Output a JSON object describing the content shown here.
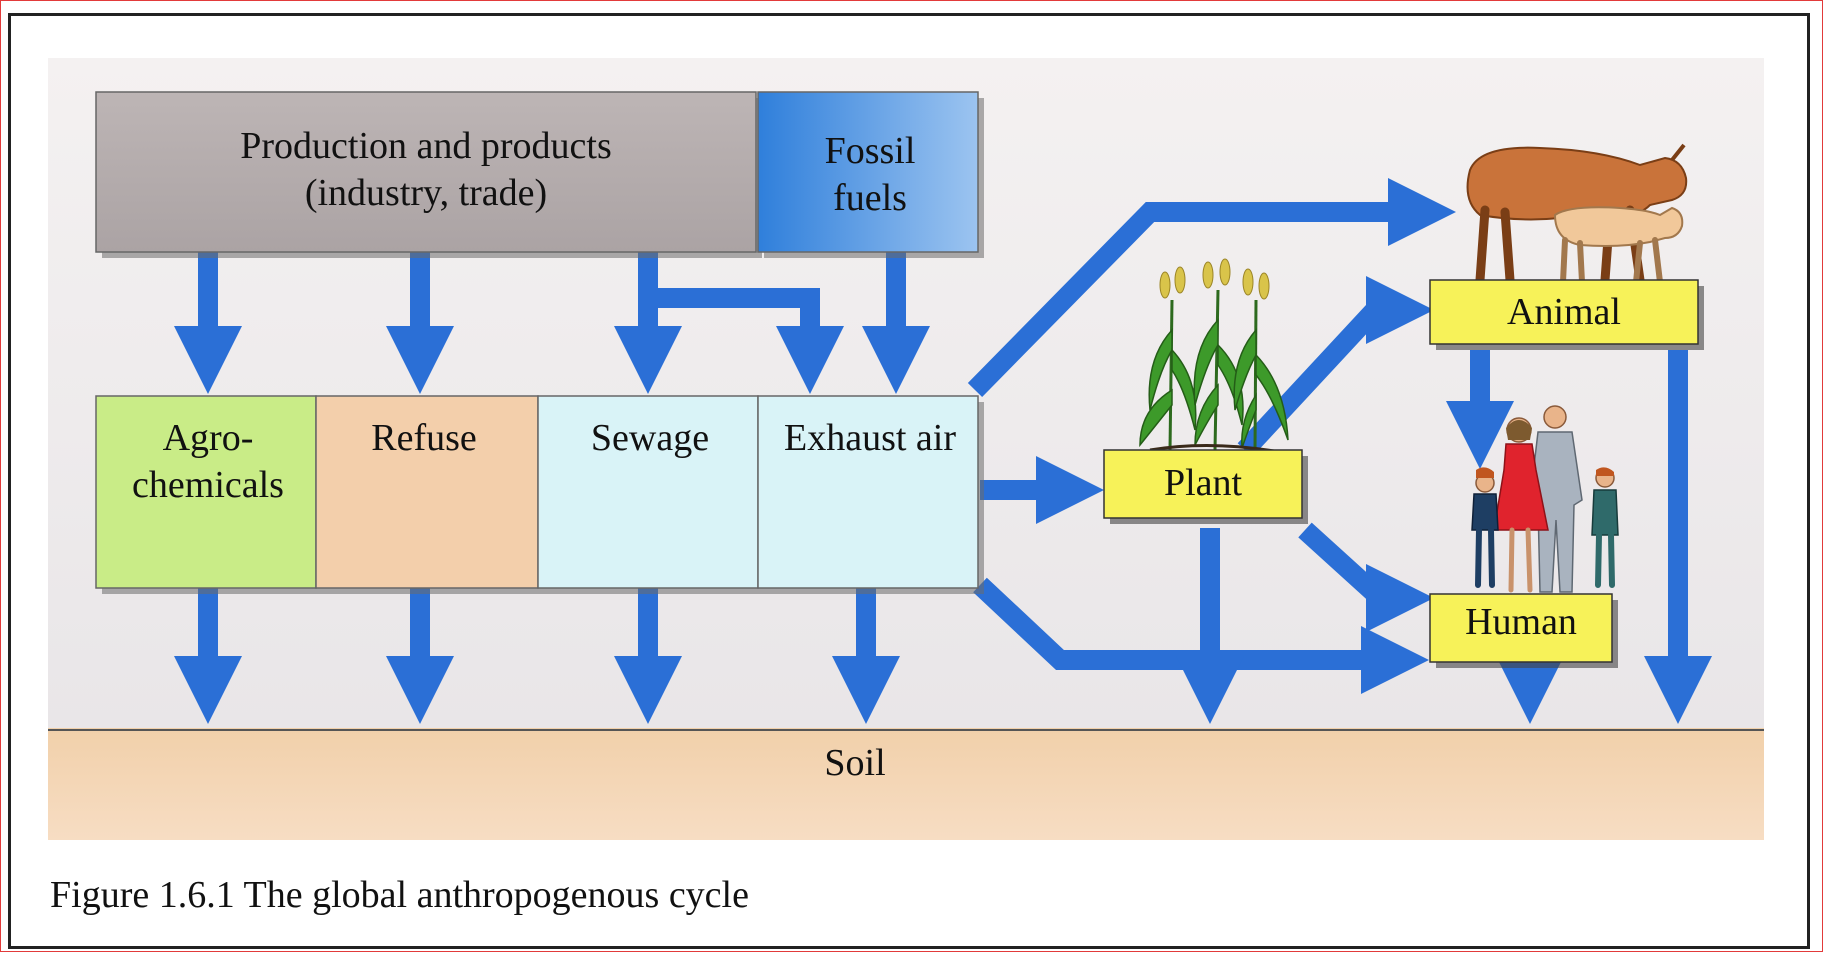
{
  "boxes": {
    "production": "Production and products",
    "production_sub": "(industry, trade)",
    "fossil_1": "Fossil",
    "fossil_2": "fuels",
    "agro_1": "Agro-",
    "agro_2": "chemicals",
    "refuse": "Refuse",
    "sewage": "Sewage",
    "exhaust": "Exhaust air",
    "plant": "Plant",
    "animal": "Animal",
    "human": "Human",
    "soil": "Soil"
  },
  "caption": "Figure 1.6.1 The global anthropogenous cycle",
  "colors": {
    "arrow": "#2b6fd6",
    "production_box": "#b3aaaa",
    "fossil_box": "#3f8fe0",
    "agro_box": "#c8ec86",
    "refuse_box": "#f3cda6",
    "sewage_box": "#d8f2f6",
    "exhaust_box": "#d8f2f6",
    "organism_box": "#f7f259",
    "soil": "#f5cd9a"
  },
  "icons": [
    "corn-plant-icon",
    "cow-and-calf-icon",
    "human-family-icon"
  ]
}
